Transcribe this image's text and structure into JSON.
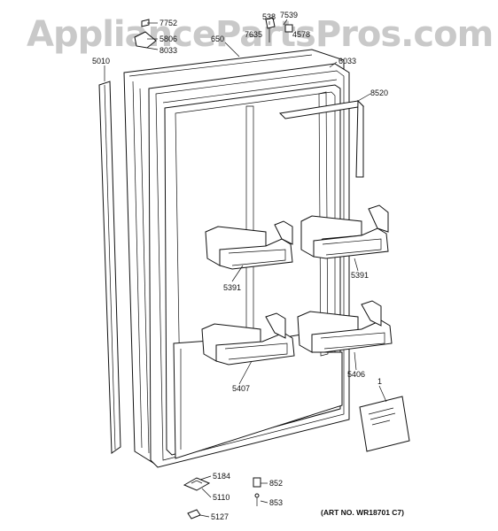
{
  "watermark": "AppliancePartsPros.com",
  "art_number": "(ART NO. WR18701 C7)",
  "booklet_text": "",
  "labels": {
    "p7752": "7752",
    "p5806": "5806",
    "p8033": "8033",
    "p538": "538",
    "p7539": "7539",
    "p6501": "650",
    "p7635": "7635",
    "p4578": "4578",
    "p5010": "5010",
    "p6033": "6033",
    "p8520": "8520",
    "p5391a": "5391",
    "p5391b": "5391",
    "p5407": "5407",
    "p5406": "5406",
    "p1": "1",
    "p5184": "5184",
    "p5110": "5110",
    "p5127": "5127",
    "p852": "852",
    "p853": "853"
  }
}
